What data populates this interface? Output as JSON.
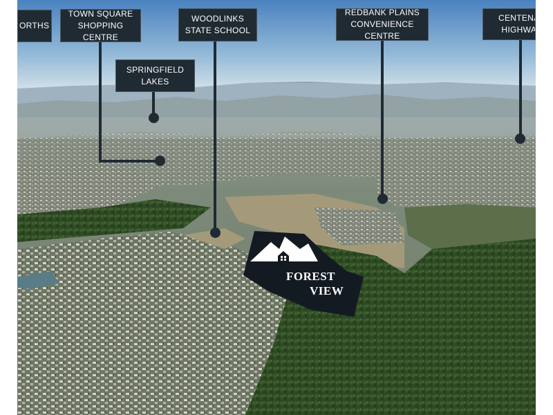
{
  "labels": {
    "norths": "ORTHS",
    "town_square": "TOWN SQUARE\nSHOPPING\nCENTRE",
    "springfield": "SPRINGFIELD\nLAKES",
    "woodlinks": "WOODLINKS\nSTATE SCHOOL",
    "redbank": "REDBANK PLAINS\nCONVENIENCE\nCENTRE",
    "centenary": "CENTENA\nHIGHWA"
  },
  "logo": {
    "line1": "FOREST",
    "line2": "VIEW",
    "icon": "mountain-house-icon"
  },
  "colors": {
    "label_bg": "#1f2a33",
    "label_text": "#ffffff",
    "sky_top": "#4f86c0",
    "sky_horizon": "#cfe0ea",
    "forest": "#2f4a22"
  }
}
